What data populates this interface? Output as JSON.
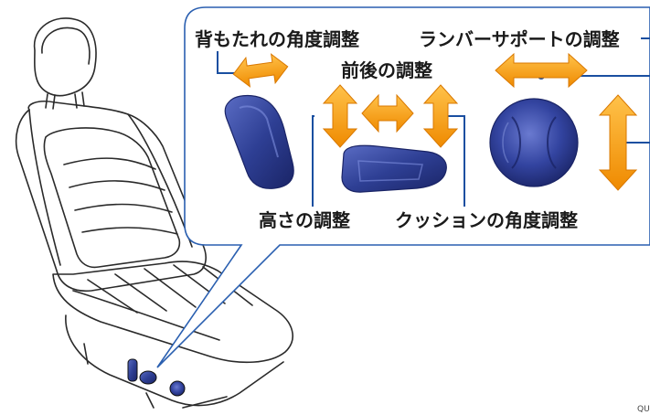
{
  "labels": {
    "backrest_angle": "背もたれの角度調整",
    "lumbar_support": "ランバーサポートの調整",
    "fore_aft": "前後の調整",
    "height": "高さの調整",
    "cushion_angle": "クッションの角度調整"
  },
  "figure_code": "QU",
  "colors": {
    "arrow": "#f7a21b",
    "arrow_dark": "#e07d00",
    "leader_line": "#1a4fa0",
    "callout_border": "#2a5fb0",
    "knob": "#2e3f94",
    "knob_dark": "#1a2466"
  },
  "icons": {
    "seat": "car-seat-outline",
    "backrest_switch": "backrest-switch-knob",
    "cushion_switch": "cushion-switch-knob",
    "lumbar_switch": "lumbar-switch-dial"
  }
}
